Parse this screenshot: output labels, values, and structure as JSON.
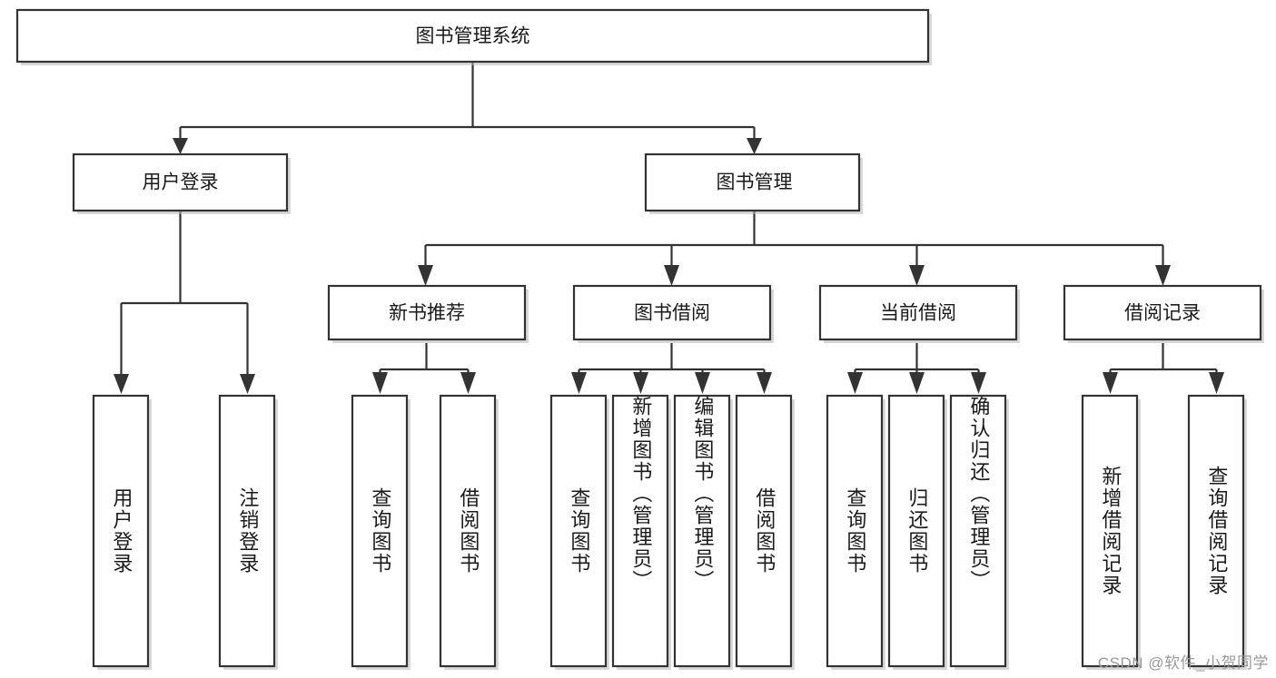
{
  "diagram": {
    "title": "图书管理系统",
    "type": "tree",
    "watermark": "CSDN @软件_小贺同学",
    "colors": {
      "box_stroke": "#333333",
      "box_fill": "#ffffff",
      "connector": "#333333",
      "text": "#1a1a1a",
      "watermark": "#9a9a9a",
      "background": "#ffffff"
    },
    "nodes": {
      "root": {
        "label": "图书管理系统"
      },
      "level2": [
        {
          "label": "用户登录"
        },
        {
          "label": "图书管理"
        }
      ],
      "level3": [
        {
          "label": "新书推荐"
        },
        {
          "label": "图书借阅"
        },
        {
          "label": "当前借阅"
        },
        {
          "label": "借阅记录"
        }
      ],
      "leaves": {
        "user_login": [
          {
            "label": "用户登录"
          },
          {
            "label": "注销登录"
          }
        ],
        "new_book_recommend": [
          {
            "label": "查询图书"
          },
          {
            "label": "借阅图书"
          }
        ],
        "book_borrow": [
          {
            "label": "查询图书"
          },
          {
            "label": "新增图书（管理员）"
          },
          {
            "label": "编辑图书（管理员）"
          },
          {
            "label": "借阅图书"
          }
        ],
        "current_borrow": [
          {
            "label": "查询图书"
          },
          {
            "label": "归还图书"
          },
          {
            "label": "确认归还（管理员）"
          }
        ],
        "borrow_record": [
          {
            "label": "新增借阅记录"
          },
          {
            "label": "查询借阅记录"
          }
        ]
      }
    }
  }
}
